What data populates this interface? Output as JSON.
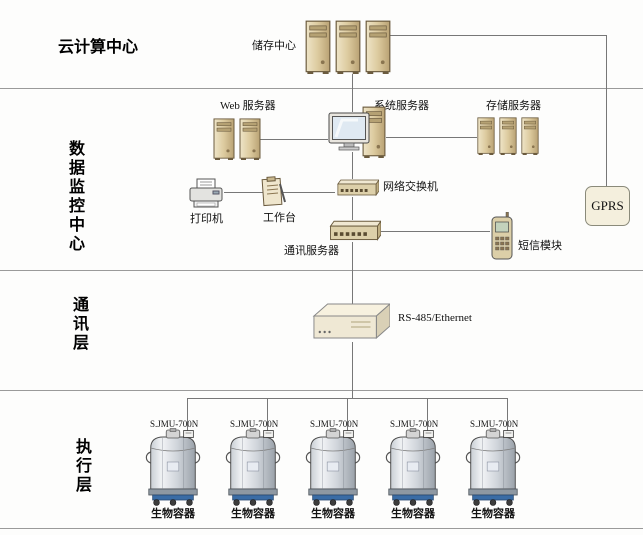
{
  "layers": [
    {
      "id": "cloud",
      "label": "云计算中心"
    },
    {
      "id": "monitor",
      "label": "数据监控中心"
    },
    {
      "id": "comm",
      "label": "通讯层"
    },
    {
      "id": "exec",
      "label": "执行层"
    }
  ],
  "nodes": {
    "storage_center": {
      "label": "储存中心"
    },
    "web_server": {
      "label": "Web 服务器"
    },
    "system_server": {
      "label": "系统服务器"
    },
    "storage_server": {
      "label": "存储服务器"
    },
    "printer": {
      "label": "打印机"
    },
    "workstation": {
      "label": "工作台"
    },
    "network_switch": {
      "label": "网络交换机"
    },
    "comm_server": {
      "label": "通讯服务器"
    },
    "sms_module": {
      "label": "短信模块"
    },
    "gprs": {
      "label": "GPRS"
    },
    "rs485": {
      "label": "RS-485/Ethernet"
    }
  },
  "containers": [
    {
      "model": "S.JMU-700N",
      "label": "生物容器"
    },
    {
      "model": "S.JMU-700N",
      "label": "生物容器"
    },
    {
      "model": "S.JMU-700N",
      "label": "生物容器"
    },
    {
      "model": "S.JMU-700N",
      "label": "生物容器"
    },
    {
      "model": "S.JMU-700N",
      "label": "生物容器"
    }
  ],
  "colors": {
    "device_beige": "#ddcca0",
    "container_base_blue": "#3a6ca5"
  }
}
